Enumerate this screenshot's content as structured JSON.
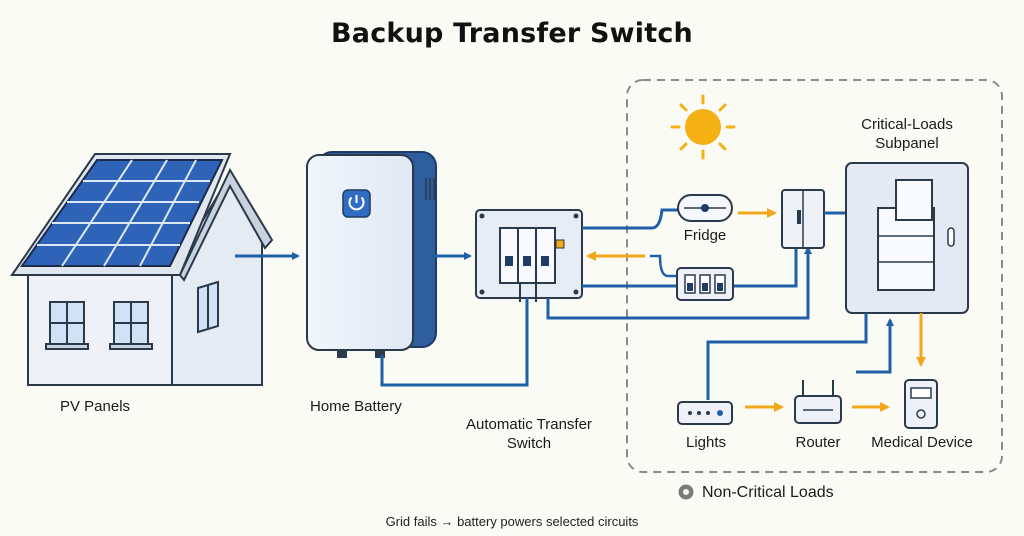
{
  "title": "Backup Transfer Switch",
  "labels": {
    "pv_panels": "PV Panels",
    "home_battery": "Home Battery",
    "ats_line1": "Automatic Transfer",
    "ats_line2": "Switch",
    "subpanel_line1": "Critical-Loads",
    "subpanel_line2": "Subpanel",
    "fridge": "Fridge",
    "lights": "Lights",
    "router": "Router",
    "medical_device": "Medical Device",
    "non_critical": "Non-Critical Loads"
  },
  "caption": "Grid fails → battery powers selected circuits",
  "colors": {
    "wire_blue": "#1f5fa8",
    "arrow_amber": "#f2a81a",
    "sun": "#f5b014",
    "solar_panel": "#2e63b8",
    "outline": "#2b3a4a",
    "dashed_border": "#8a8a8a"
  }
}
